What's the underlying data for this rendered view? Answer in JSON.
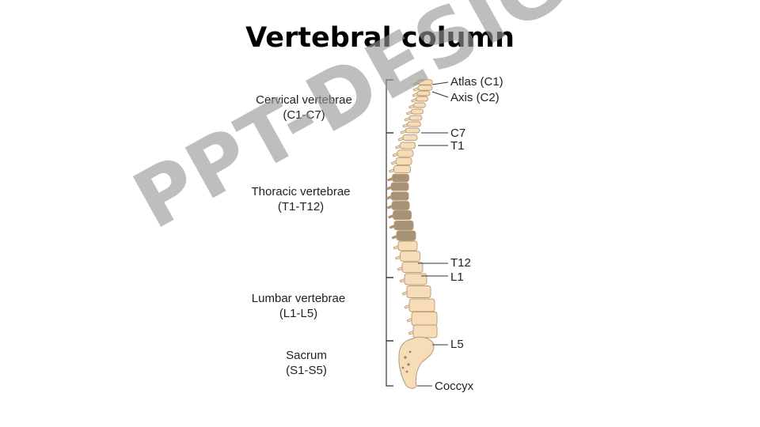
{
  "title": "Vertebral column",
  "regions": [
    {
      "name": "Cervical vertebrae",
      "range": "(C1-C7)"
    },
    {
      "name": "Thoracic vertebrae",
      "range": "(T1-T12)"
    },
    {
      "name": "Lumbar vertebrae",
      "range": "(L1-L5)"
    },
    {
      "name": "Sacrum",
      "range": "(S1-S5)"
    }
  ],
  "labels": {
    "atlas": "Atlas (C1)",
    "axis": "Axis (C2)",
    "c7": "C7",
    "t1": "T1",
    "t12": "T12",
    "l1": "L1",
    "l5": "L5",
    "coccyx": "Coccyx"
  },
  "watermark": "PPT-DESIGN",
  "colors": {
    "bone": "#f7dcb8",
    "bone_outline": "#b89a73",
    "bone_shadow": "#a89277",
    "line": "#333333"
  }
}
